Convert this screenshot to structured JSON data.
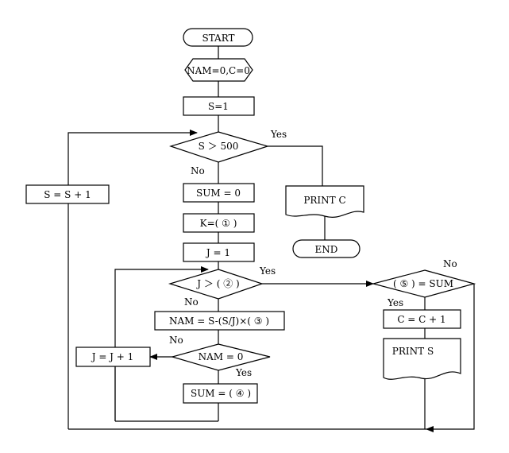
{
  "nodes": {
    "start": "START",
    "init": "NAM=0,C=0",
    "s_init": "S=1",
    "cond_s": "S ＞ 500",
    "sum_init": "SUM = 0",
    "k_assign": "K=( ① )",
    "j_init": "J = 1",
    "cond_j": "J ＞ ( ② )",
    "nam_assign": "NAM = S-(S/J)×( ③ )",
    "cond_nam": "NAM = 0",
    "sum_assign": "SUM = ( ④ )",
    "j_inc": "J = J + 1",
    "s_inc": "S = S + 1",
    "print_c": "PRINT C",
    "end": "END",
    "cond_sum": "( ⑤ ) = SUM",
    "c_inc": "C = C + 1",
    "print_s": "PRINT S"
  },
  "labels": {
    "s_yes": "Yes",
    "s_no": "No",
    "j_yes": "Yes",
    "j_no": "No",
    "nam_no": "No",
    "nam_yes": "Yes",
    "sum_yes": "Yes",
    "sum_no": "No"
  }
}
